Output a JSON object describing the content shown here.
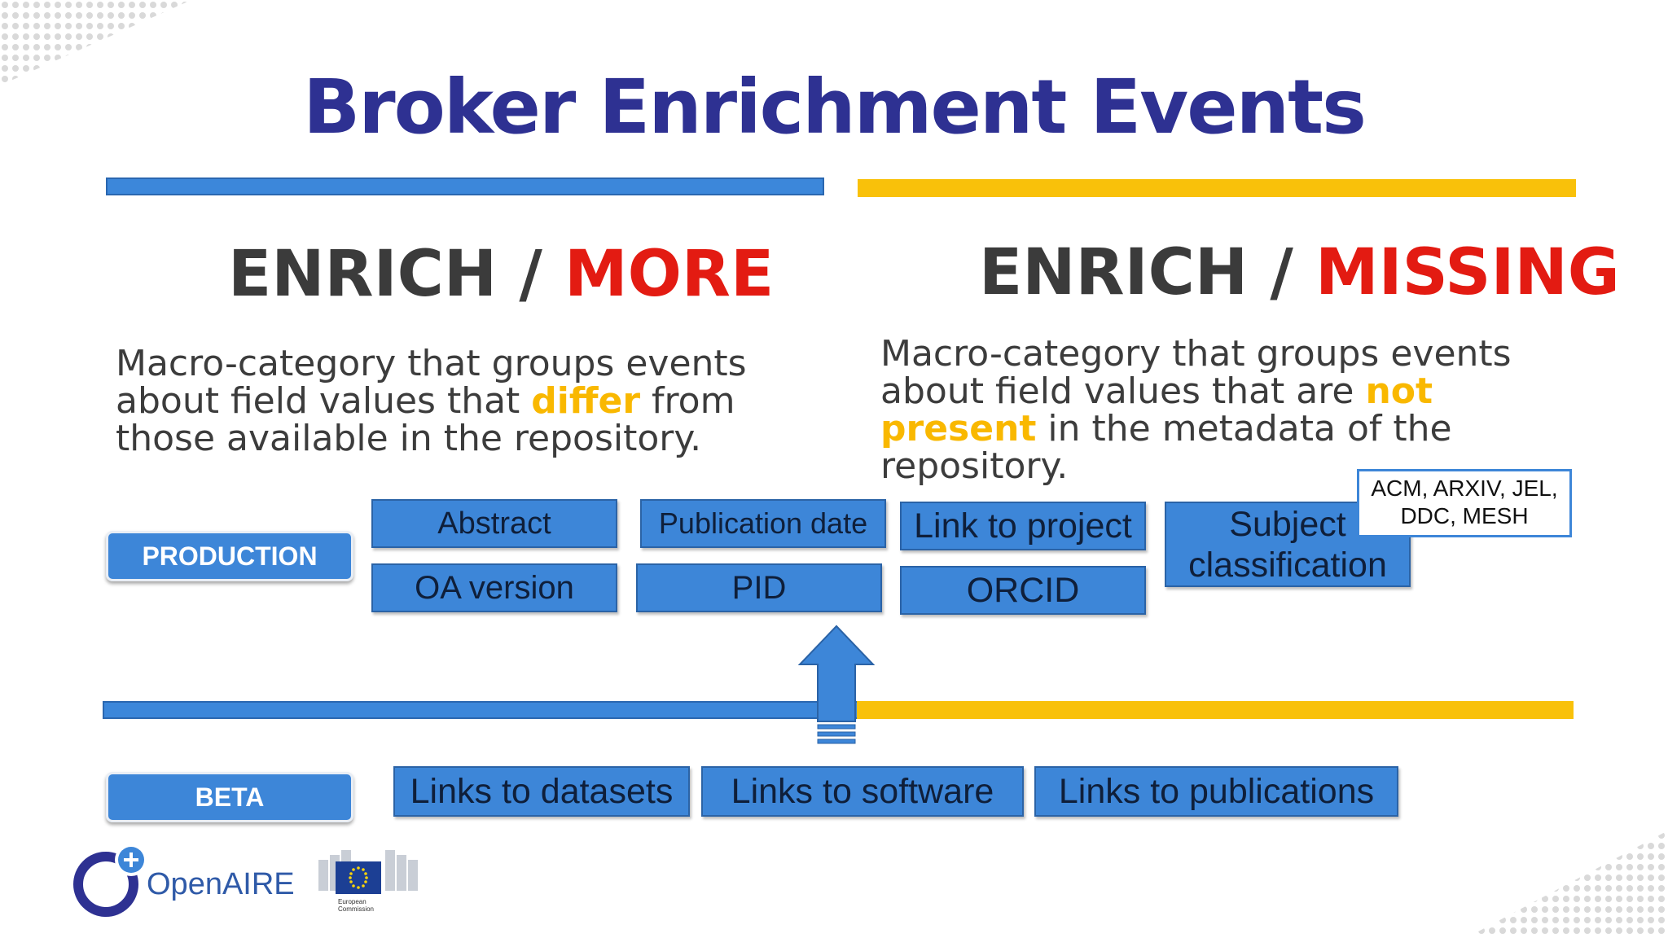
{
  "title": "Broker Enrichment Events",
  "left": {
    "heading_prefix": "ENRICH / ",
    "heading_accent": "MORE",
    "desc_before": "Macro-category that groups events about field values that ",
    "desc_highlight": "differ",
    "desc_after": " from those available in the repository."
  },
  "right": {
    "heading_prefix": "ENRICH / ",
    "heading_accent": "MISSING",
    "desc_before": "Macro-category that groups events about field values that are ",
    "desc_highlight": "not present",
    "desc_after": " in the metadata of the repository."
  },
  "labels": {
    "production": "PRODUCTION",
    "beta": "BETA"
  },
  "production_items": {
    "abstract": "Abstract",
    "publication_date": "Publication date",
    "oa_version": "OA version",
    "pid": "PID",
    "link_to_project": "Link to project",
    "orcid": "ORCID",
    "subject_line1": "Subject",
    "subject_line2": "classification"
  },
  "callout": {
    "line1": "ACM, ARXIV, JEL,",
    "line2": "DDC, MESH"
  },
  "beta_items": {
    "datasets": "Links to datasets",
    "software": "Links to software",
    "publications": "Links to publications"
  },
  "logos": {
    "openaire": "OpenAIRE",
    "ec_line1": "European",
    "ec_line2": "Commission"
  },
  "colors": {
    "title": "#2e3192",
    "blue": "#3d86d8",
    "yellow": "#f9c10a",
    "accent_red": "#e31b12"
  }
}
